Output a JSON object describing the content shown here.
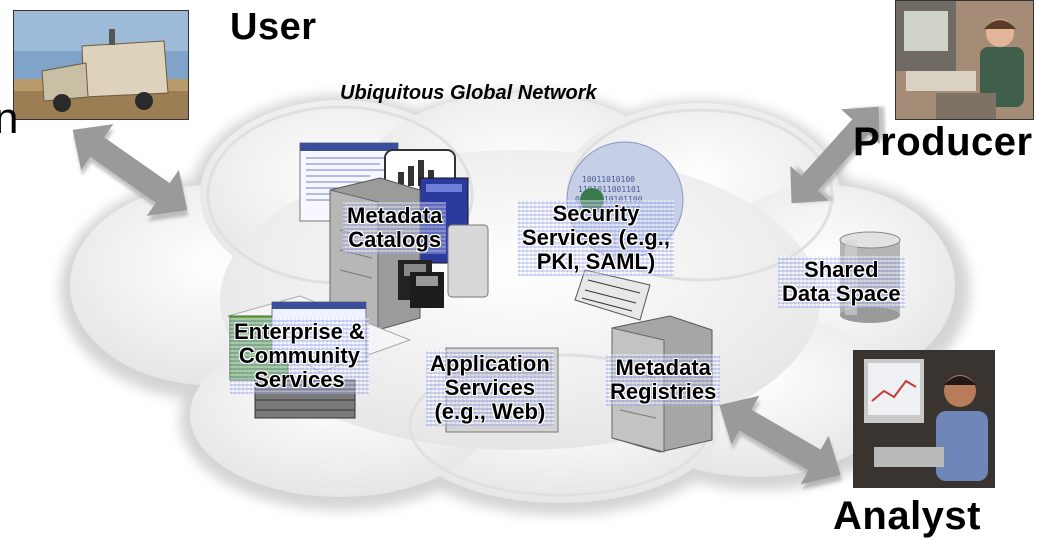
{
  "header": {
    "user_label": "User",
    "network_label": "Ubiquitous Global Network",
    "left_edge_glyph": "n"
  },
  "roles": {
    "producer": "Producer",
    "analyst": "Analyst"
  },
  "services": {
    "metadata_catalogs": [
      "Metadata",
      "Catalogs"
    ],
    "security_services": [
      "Security",
      "Services (e.g.,",
      "PKI, SAML)"
    ],
    "shared_data_space": [
      "Shared",
      "Data Space"
    ],
    "enterprise_services": [
      "Enterprise &",
      "Community",
      "Services"
    ],
    "application_services": [
      "Application",
      "Services",
      "(e.g., Web)"
    ],
    "metadata_registries": [
      "Metadata",
      "Registries"
    ]
  },
  "colors": {
    "cloud_fill": "#f3f3f3",
    "cloud_edge": "#cfcfcf",
    "arrow": "#9a9a9a",
    "label_tint": "#a9b1ea"
  },
  "icons": [
    "vehicle-photo",
    "producer-photo",
    "analyst-photo",
    "server-icon",
    "database-icon",
    "document-stack-icon",
    "security-seal-icon"
  ]
}
